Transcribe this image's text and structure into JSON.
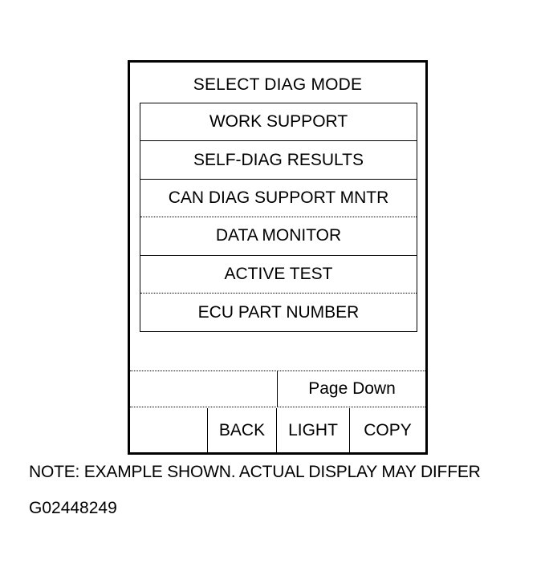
{
  "screen": {
    "title": "SELECT DIAG MODE",
    "menu_items": [
      {
        "label": "WORK SUPPORT"
      },
      {
        "label": "SELF-DIAG RESULTS"
      },
      {
        "label": "CAN DIAG SUPPORT MNTR"
      },
      {
        "label": "DATA MONITOR"
      },
      {
        "label": "ACTIVE TEST"
      },
      {
        "label": "ECU PART NUMBER"
      }
    ],
    "page_down_label": "Page Down",
    "buttons": {
      "blank": "",
      "back": "BACK",
      "light": "LIGHT",
      "copy": "COPY"
    }
  },
  "caption": {
    "note": "NOTE: EXAMPLE SHOWN. ACTUAL DISPLAY MAY DIFFER",
    "figure_code": "G02448249"
  }
}
